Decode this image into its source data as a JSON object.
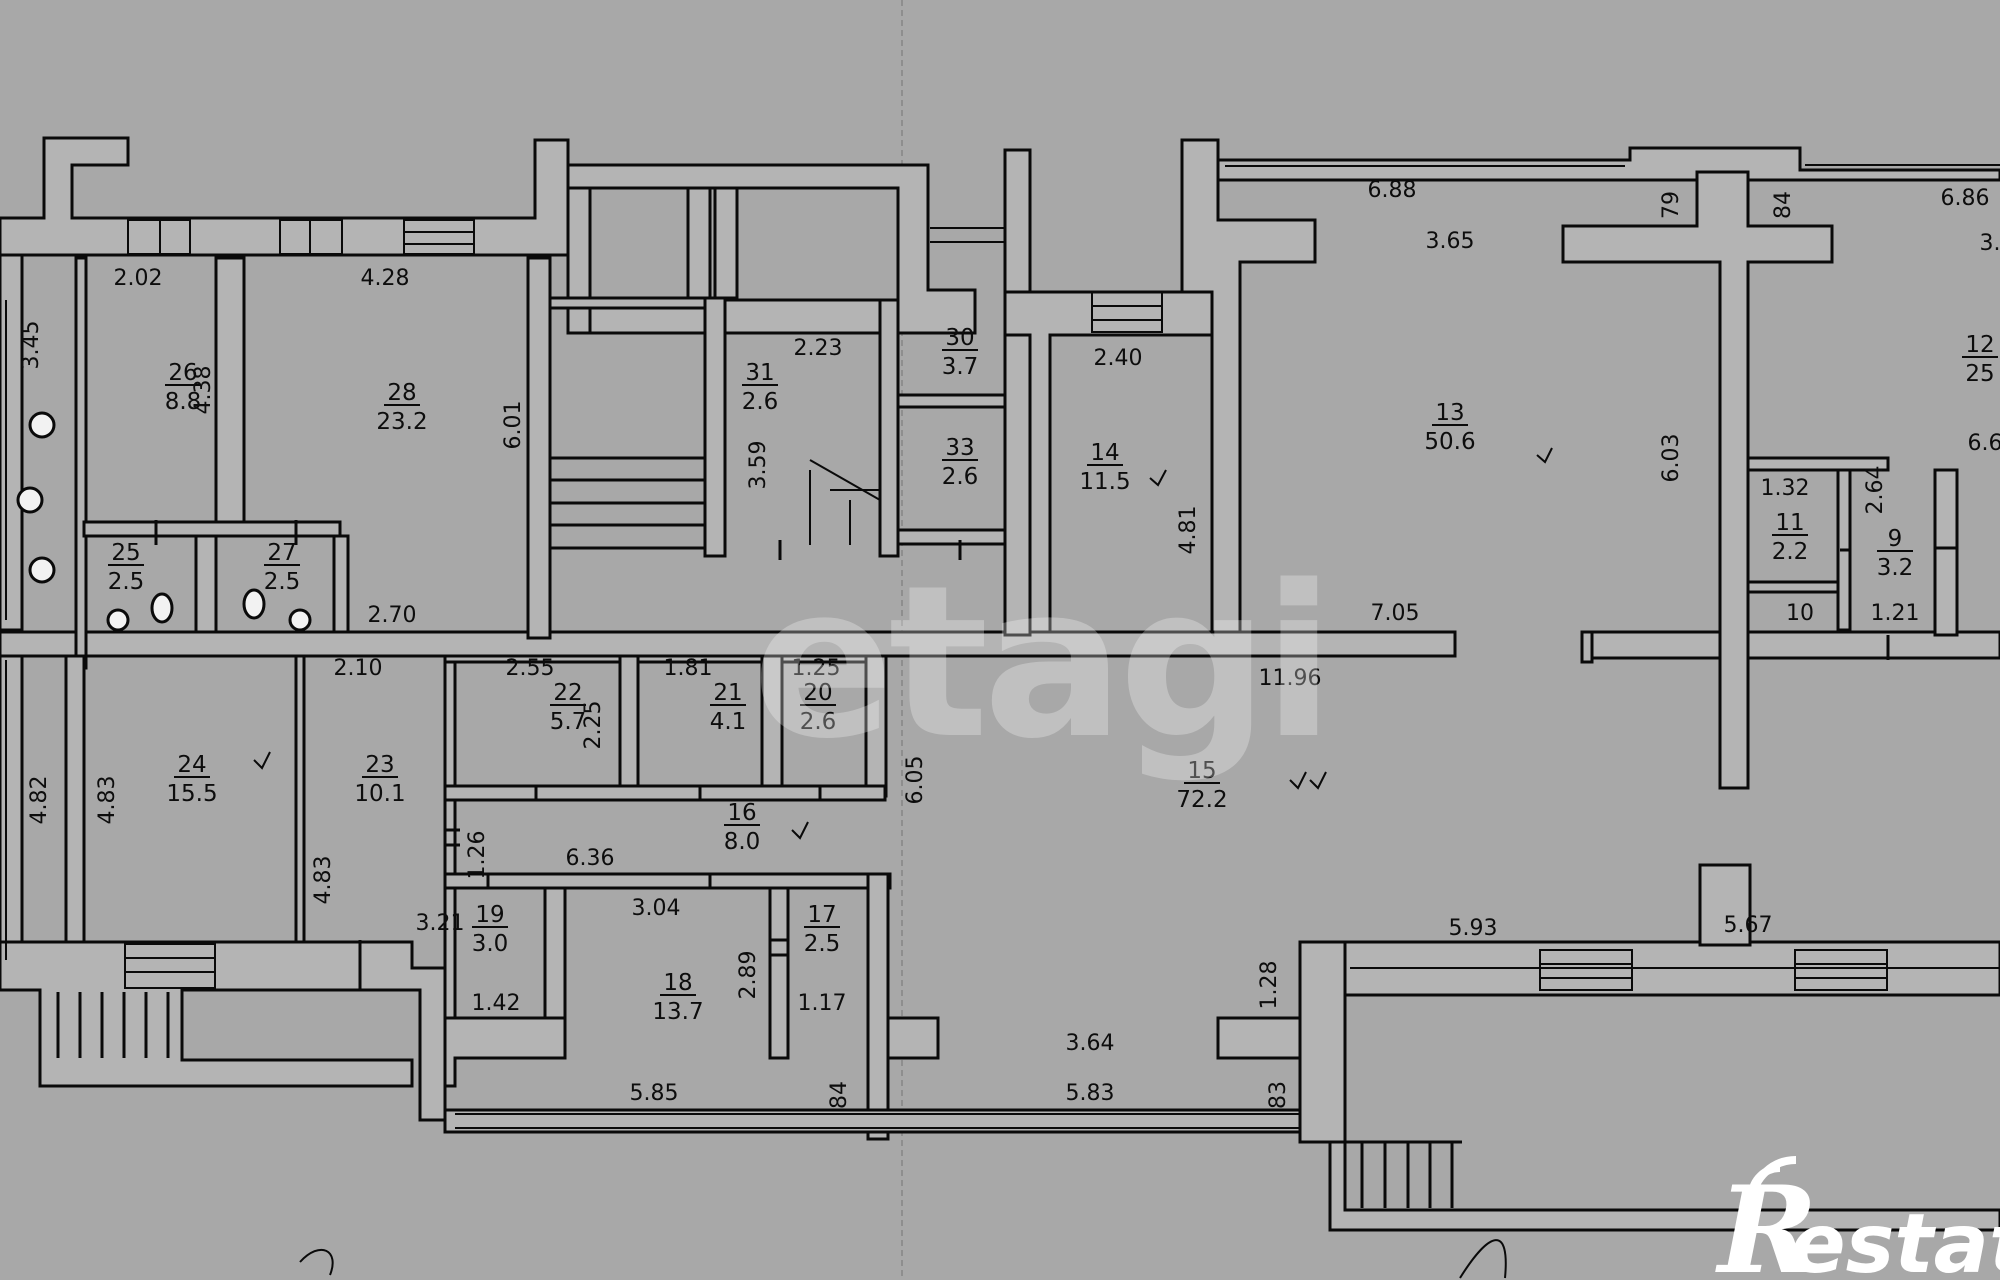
{
  "watermark": "etagi",
  "logo": {
    "initial": "R",
    "rest": "estate"
  },
  "rooms": [
    {
      "n": "26",
      "a": "8.8"
    },
    {
      "n": "28",
      "a": "23.2"
    },
    {
      "n": "31",
      "a": "2.6"
    },
    {
      "n": "30",
      "a": "3.7"
    },
    {
      "n": "33",
      "a": "2.6"
    },
    {
      "n": "14",
      "a": "11.5"
    },
    {
      "n": "13",
      "a": "50.6"
    },
    {
      "n": "12",
      "a": "25"
    },
    {
      "n": "11",
      "a": "2.2"
    },
    {
      "n": "9",
      "a": "3.2"
    },
    {
      "n": "25",
      "a": "2.5"
    },
    {
      "n": "27",
      "a": "2.5"
    },
    {
      "n": "24",
      "a": "15.5"
    },
    {
      "n": "23",
      "a": "10.1"
    },
    {
      "n": "22",
      "a": "5.7"
    },
    {
      "n": "21",
      "a": "4.1"
    },
    {
      "n": "20",
      "a": "2.6"
    },
    {
      "n": "15",
      "a": "72.2"
    },
    {
      "n": "16",
      "a": "8.0"
    },
    {
      "n": "19",
      "a": "3.0"
    },
    {
      "n": "18",
      "a": "13.7"
    },
    {
      "n": "17",
      "a": "2.5"
    }
  ],
  "dimensions": [
    "2.02",
    "4.28",
    "3.45",
    "4.38",
    "6.01",
    "2.23",
    "3.59",
    "2.40",
    "4.81",
    "6.88",
    "3.65",
    "79",
    "84",
    "6.86",
    "6.03",
    "1.32",
    "2.64",
    "10",
    "1.21",
    "2.70",
    "7.05",
    "2.10",
    "2.55",
    "2.25",
    "1.81",
    "1.25",
    "11.96",
    "4.82",
    "4.83",
    "4.83",
    "3.21",
    "6.05",
    "1.26",
    "6.36",
    "3.04",
    "1.42",
    "2.89",
    "1.17",
    "5.93",
    "5.67",
    "1.28",
    "3.64",
    "5.85",
    "84",
    "5.83",
    "83",
    "6.6",
    "3."
  ]
}
